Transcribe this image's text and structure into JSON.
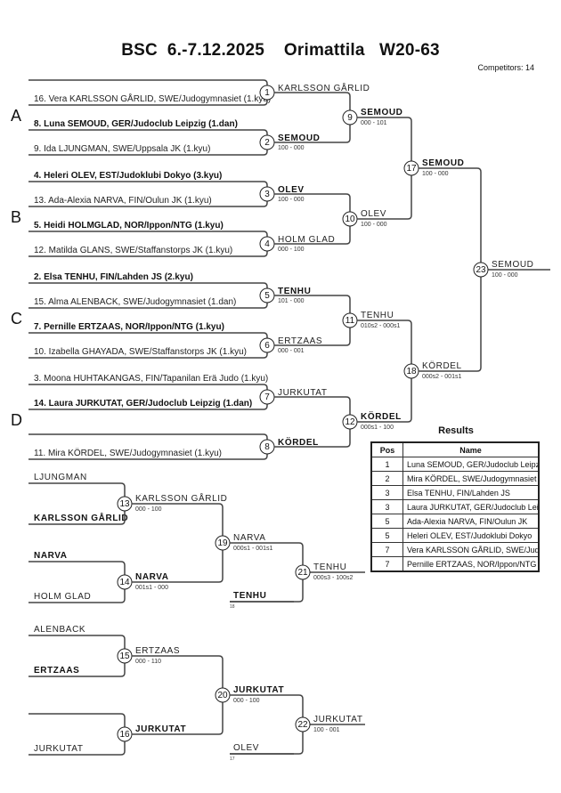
{
  "header": {
    "title": "BSC  6.-7.12.2025    Orimattila   W20-63",
    "competitors": "Competitors: 14"
  },
  "pools": [
    "A",
    "B",
    "C",
    "D"
  ],
  "entries": [
    {
      "text": "",
      "bold": false
    },
    {
      "text": "16. Vera KARLSSON GÅRLID, SWE/Judogymnasiet (1.kyu)",
      "bold": false
    },
    {
      "text": "8. Luna SEMOUD, GER/Judoclub Leipzig (1.dan)",
      "bold": true
    },
    {
      "text": "9. Ida LJUNGMAN, SWE/Uppsala JK (1.kyu)",
      "bold": false
    },
    {
      "text": "4. Heleri OLEV, EST/Judoklubi Dokyo (3.kyu)",
      "bold": true
    },
    {
      "text": "13. Ada-Alexia NARVA, FIN/Oulun JK (1.kyu)",
      "bold": false
    },
    {
      "text": "5. Heidi HOLMGLAD, NOR/Ippon/NTG (1.kyu)",
      "bold": true
    },
    {
      "text": "12. Matilda GLANS, SWE/Staffanstorps JK (1.kyu)",
      "bold": false
    },
    {
      "text": "2. Elsa TENHU, FIN/Lahden JS (2.kyu)",
      "bold": true
    },
    {
      "text": "15. Alma ALENBACK, SWE/Judogymnasiet (1.dan)",
      "bold": false
    },
    {
      "text": "7. Pernille ERTZAAS, NOR/Ippon/NTG (1.kyu)",
      "bold": true
    },
    {
      "text": "10. Izabella GHAYADA, SWE/Staffanstorps JK (1.kyu)",
      "bold": false
    },
    {
      "text": "3. Moona HUHTAKANGAS, FIN/Tapanilan Erä Judo (1.kyu)",
      "bold": false
    },
    {
      "text": "14. Laura JURKUTAT, GER/Judoclub Leipzig (1.dan)",
      "bold": true
    },
    {
      "text": "",
      "bold": false
    },
    {
      "text": "11. Mira KÖRDEL, SWE/Judogymnasiet (1.kyu)",
      "bold": false
    }
  ],
  "matches": [
    {
      "num": "1",
      "winner": "KARLSSON GÅRLID",
      "bold": false,
      "score": ""
    },
    {
      "num": "2",
      "winner": "SEMOUD",
      "bold": true,
      "score": "100 - 000"
    },
    {
      "num": "3",
      "winner": "OLEV",
      "bold": true,
      "score": "100 - 000"
    },
    {
      "num": "4",
      "winner": "HOLM GLAD",
      "bold": false,
      "score": "000 - 100"
    },
    {
      "num": "5",
      "winner": "TENHU",
      "bold": true,
      "score": "101 - 000"
    },
    {
      "num": "6",
      "winner": "ERTZAAS",
      "bold": false,
      "score": "000 - 001"
    },
    {
      "num": "7",
      "winner": "JURKUTAT",
      "bold": false,
      "score": ""
    },
    {
      "num": "8",
      "winner": "KÖRDEL",
      "bold": true,
      "score": ""
    },
    {
      "num": "9",
      "winner": "SEMOUD",
      "bold": true,
      "score": "000 - 101"
    },
    {
      "num": "10",
      "winner": "OLEV",
      "bold": false,
      "score": "100 - 000"
    },
    {
      "num": "11",
      "winner": "TENHU",
      "bold": false,
      "score": "010s2 - 000s1"
    },
    {
      "num": "12",
      "winner": "KÖRDEL",
      "bold": true,
      "score": "000s1 - 100"
    },
    {
      "num": "17",
      "winner": "SEMOUD",
      "bold": true,
      "score": "100 - 000"
    },
    {
      "num": "18",
      "winner": "KÖRDEL",
      "bold": false,
      "score": "000s2 - 001s1"
    },
    {
      "num": "23",
      "winner": "SEMOUD",
      "bold": false,
      "score": "100 - 000"
    }
  ],
  "repechage": {
    "group1": {
      "entries": [
        {
          "text": "LJUNGMAN",
          "bold": false
        },
        {
          "text": "KARLSSON GÅRLID",
          "bold": true
        },
        {
          "text": "NARVA",
          "bold": true
        },
        {
          "text": "HOLM GLAD",
          "bold": false
        }
      ],
      "matches": [
        {
          "num": "13",
          "winner": "KARLSSON GÅRLID",
          "bold": false,
          "score": "000 - 100"
        },
        {
          "num": "14",
          "winner": "NARVA",
          "bold": true,
          "score": "001s1 - 000"
        },
        {
          "num": "19",
          "winner": "NARVA",
          "bold": false,
          "score": "000s1 - 001s1"
        },
        {
          "num": "21",
          "winner": "TENHU",
          "bold": false,
          "score": "000s3 - 100s2"
        }
      ],
      "loser_entry": {
        "text": "TENHU",
        "bold": true,
        "from": "18"
      }
    },
    "group2": {
      "entries": [
        {
          "text": "ALENBACK",
          "bold": false
        },
        {
          "text": "ERTZAAS",
          "bold": true
        },
        {
          "text": "",
          "bold": false
        },
        {
          "text": "JURKUTAT",
          "bold": false
        }
      ],
      "matches": [
        {
          "num": "15",
          "winner": "ERTZAAS",
          "bold": false,
          "score": "000 - 110"
        },
        {
          "num": "16",
          "winner": "JURKUTAT",
          "bold": true,
          "score": ""
        },
        {
          "num": "20",
          "winner": "JURKUTAT",
          "bold": true,
          "score": "000 - 100"
        },
        {
          "num": "22",
          "winner": "JURKUTAT",
          "bold": false,
          "score": "100 - 001"
        }
      ],
      "loser_entry": {
        "text": "OLEV",
        "bold": false,
        "from": "17"
      }
    }
  },
  "results": {
    "title": "Results",
    "columns": [
      "Pos",
      "Name"
    ],
    "rows": [
      {
        "pos": "1",
        "name": "Luna SEMOUD, GER/Judoclub Leipzig"
      },
      {
        "pos": "2",
        "name": "Mira KÖRDEL, SWE/Judogymnasiet"
      },
      {
        "pos": "3",
        "name": "Elsa TENHU, FIN/Lahden JS"
      },
      {
        "pos": "3",
        "name": "Laura JURKUTAT, GER/Judoclub Leipzig"
      },
      {
        "pos": "5",
        "name": "Ada-Alexia NARVA, FIN/Oulun JK"
      },
      {
        "pos": "5",
        "name": "Heleri OLEV, EST/Judoklubi Dokyo"
      },
      {
        "pos": "7",
        "name": "Vera KARLSSON GÅRLID, SWE/Judogymnasiet"
      },
      {
        "pos": "7",
        "name": "Pernille ERTZAAS, NOR/Ippon/NTG"
      }
    ]
  },
  "colors": {
    "line": "#444444",
    "text": "#111111"
  }
}
